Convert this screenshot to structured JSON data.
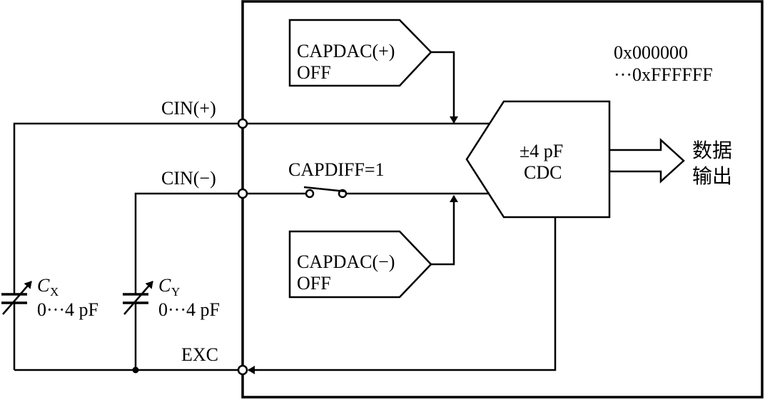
{
  "capdac_pos": {
    "line1": "CAPDAC(+)",
    "line2": "OFF"
  },
  "capdac_neg": {
    "line1": "CAPDAC(−)",
    "line2": "OFF"
  },
  "range": {
    "line1": "0x000000",
    "line2": "···0xFFFFFF"
  },
  "pins": {
    "cin_pos": "CIN(+)",
    "cin_neg": "CIN(−)",
    "exc": "EXC"
  },
  "switch_label": "CAPDIFF=1",
  "cdc": {
    "line1": "±4 pF",
    "line2": "CDC"
  },
  "output": {
    "line1": "数据",
    "line2": "输出"
  },
  "cx": {
    "symbol": "C",
    "subscript": "X",
    "value": "0···4 pF"
  },
  "cy": {
    "symbol": "C",
    "subscript": "Y",
    "value": "0···4 pF"
  }
}
